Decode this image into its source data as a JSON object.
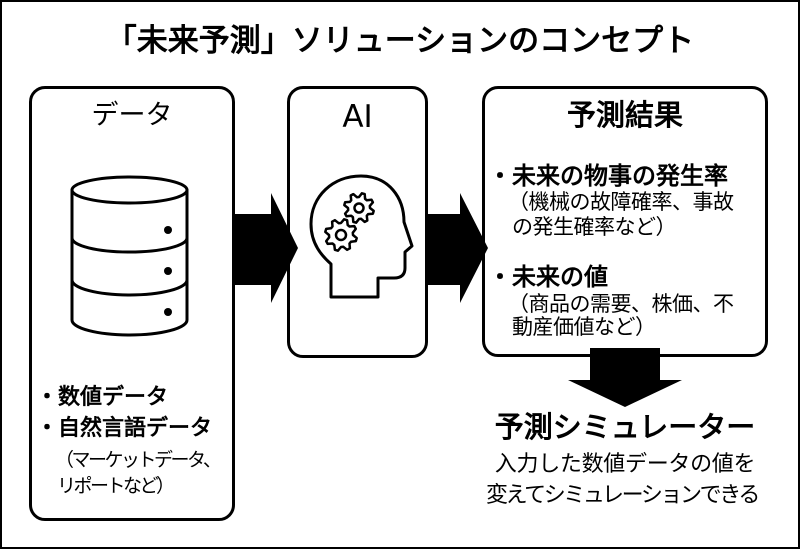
{
  "colors": {
    "foreground": "#000000",
    "background": "#ffffff"
  },
  "title": "「未来予測」ソリューションのコンセプト",
  "data_panel": {
    "heading": "データ",
    "icon": "database-icon",
    "items": [
      {
        "bullet": "・",
        "label": "数値データ"
      },
      {
        "bullet": "・",
        "label": "自然言語データ",
        "note_lines": [
          "（マーケットデータ、",
          "リポートなど）"
        ]
      }
    ]
  },
  "ai_panel": {
    "heading": "AI",
    "icon": "head-with-gears-icon"
  },
  "result_panel": {
    "heading": "予測結果",
    "items": [
      {
        "bullet": "・",
        "label": "未来の物事の発生率",
        "note_lines": [
          "（機械の故障確率、事故",
          "の発生確率など）"
        ]
      },
      {
        "bullet": "・",
        "label": "未来の値",
        "note_lines": [
          "（商品の需要、株価、不",
          "動産価値など）"
        ]
      }
    ]
  },
  "simulator": {
    "title": "予測シミュレーター",
    "description_lines": [
      "入力した数値データの値を",
      "変えてシミュレーションできる"
    ]
  },
  "flow": {
    "arrows": [
      "arrow-right-icon",
      "arrow-right-icon",
      "arrow-down-icon"
    ]
  }
}
